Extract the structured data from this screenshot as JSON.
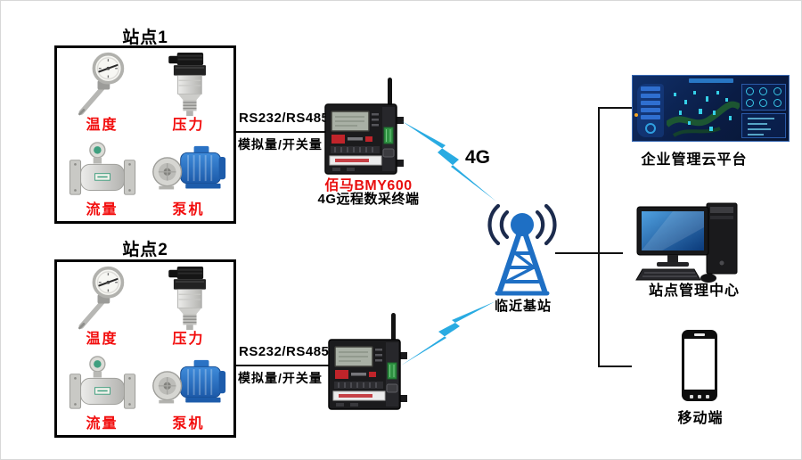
{
  "stations": [
    {
      "title": "站点1",
      "sensors": [
        {
          "icon": "thermometer-icon",
          "label": "温度"
        },
        {
          "icon": "pressure-sensor-icon",
          "label": "压力"
        },
        {
          "icon": "flowmeter-icon",
          "label": "流量"
        },
        {
          "icon": "pump-icon",
          "label": "泵机"
        }
      ]
    },
    {
      "title": "站点2",
      "sensors": [
        {
          "icon": "thermometer-icon",
          "label": "温度"
        },
        {
          "icon": "pressure-sensor-icon",
          "label": "压力"
        },
        {
          "icon": "flowmeter-icon",
          "label": "流量"
        },
        {
          "icon": "pump-icon",
          "label": "泵机"
        }
      ]
    }
  ],
  "links": [
    {
      "protocol": "RS232/RS485",
      "signal": "模拟量/开关量"
    },
    {
      "protocol": "RS232/RS485",
      "signal": "模拟量/开关量"
    }
  ],
  "gateway": {
    "brand_model": "佰马BMY600",
    "device_type": "4G远程数采终端"
  },
  "network": {
    "radio_label": "4G",
    "base_station_label": "临近基站"
  },
  "endpoints": [
    {
      "icon": "cloud-dashboard-icon",
      "label": "企业管理云平台"
    },
    {
      "icon": "desktop-pc-icon",
      "label": "站点管理中心"
    },
    {
      "icon": "smartphone-icon",
      "label": "移动端"
    }
  ],
  "colors": {
    "accent_red": "#ed0f0f",
    "bolt_blue": "#29abe2",
    "tower_blue": "#1e6fc4",
    "arc_navy": "#1c2b4d",
    "line_black": "#111111"
  }
}
